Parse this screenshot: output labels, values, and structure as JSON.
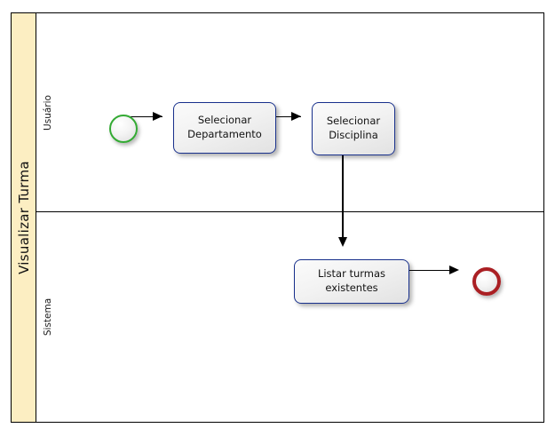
{
  "diagram": {
    "type": "bpmn-process-diagram",
    "pool": {
      "title": "Visualizar Turma",
      "header_color": "#fceec2",
      "border_color": "#000000"
    },
    "lanes": [
      {
        "id": "usuario",
        "label": "Usuário"
      },
      {
        "id": "sistema",
        "label": "Sistema"
      }
    ],
    "events": [
      {
        "id": "start-event",
        "kind": "start",
        "lane": "usuario",
        "label": "",
        "border_color": "#33aa33"
      },
      {
        "id": "end-event",
        "kind": "end",
        "lane": "sistema",
        "label": "",
        "border_color": "#aa1f23"
      }
    ],
    "tasks": [
      {
        "id": "task-selecionar-departamento",
        "label": "Selecionar Departamento",
        "line1": "Selecionar",
        "line2": "Departamento",
        "lane": "usuario",
        "border_color": "#18308c"
      },
      {
        "id": "task-selecionar-disciplina",
        "label": "Selecionar Disciplina",
        "line1": "Selecionar",
        "line2": "Disciplina",
        "lane": "usuario",
        "border_color": "#18308c"
      },
      {
        "id": "task-listar-turmas-existentes",
        "label": "Listar turmas existentes",
        "line1": "Listar turmas",
        "line2": "existentes",
        "lane": "sistema",
        "border_color": "#18308c"
      }
    ],
    "flows": [
      {
        "id": "flow-start-to-departamento",
        "from": "start-event",
        "to": "task-selecionar-departamento",
        "direction": "right"
      },
      {
        "id": "flow-departamento-to-disciplina",
        "from": "task-selecionar-departamento",
        "to": "task-selecionar-disciplina",
        "direction": "right"
      },
      {
        "id": "flow-disciplina-to-listar",
        "from": "task-selecionar-disciplina",
        "to": "task-listar-turmas-existentes",
        "direction": "down"
      },
      {
        "id": "flow-listar-to-end",
        "from": "task-listar-turmas-existentes",
        "to": "end-event",
        "direction": "right"
      }
    ]
  }
}
